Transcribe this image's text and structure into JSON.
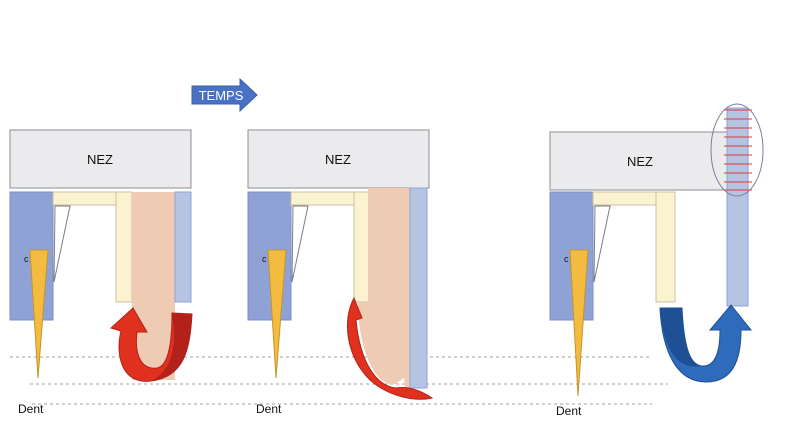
{
  "arrow": {
    "label": "TEMPS"
  },
  "panels": [
    {
      "nose_label": "NEZ",
      "cut_label": "c",
      "tooth_label": "Dent"
    },
    {
      "nose_label": "NEZ",
      "cut_label": "c",
      "tooth_label": "Dent"
    },
    {
      "nose_label": "NEZ",
      "cut_label": "c",
      "tooth_label": "Dent"
    }
  ],
  "colors": {
    "nose_fill": "#ebebed",
    "nose_stroke": "#8f8f93",
    "dark_blue": "#8fa2d6",
    "light_blue": "#b6c4e3",
    "cream": "#fbf2d0",
    "skin": "#efcbb4",
    "tooth": "#f3bb3f",
    "red": "#e0301e",
    "red_dark": "#b3221a",
    "blue": "#2e6bbb",
    "blue_dark": "#1f4f95",
    "arrow": "#4a72c4",
    "hatch": "#e03a3a",
    "guide": "#9a9a9a"
  }
}
